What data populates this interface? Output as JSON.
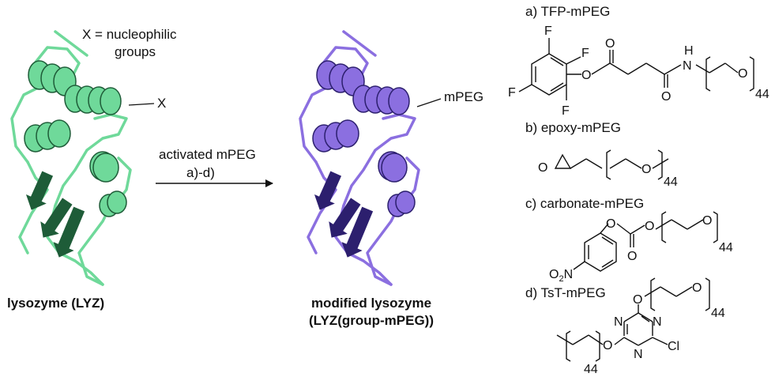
{
  "left_panel": {
    "legend_line1": "X = nucleophilic",
    "legend_line2": "groups",
    "site_label": "X",
    "protein_label": "lysozyme (LYZ)",
    "color": "#6fd99a",
    "color_dark": "#1e5c38"
  },
  "reaction": {
    "reagent_line1": "activated mPEG",
    "reagent_line2": "a)-d)"
  },
  "middle_panel": {
    "site_label": "mPEG",
    "product_line1": "modified lysozyme",
    "product_line2": "(LYZ(group-mPEG))",
    "color": "#8b6fe0",
    "color_dark": "#2c1f6e"
  },
  "reagents": {
    "a": {
      "title": "a) TFP-mPEG",
      "F": "F",
      "O": "O",
      "N": "N",
      "H": "H",
      "n": "44"
    },
    "b": {
      "title": "b) epoxy-mPEG",
      "O": "O",
      "n": "44"
    },
    "c": {
      "title": "c) carbonate-mPEG",
      "O": "O",
      "nitro": "O2N",
      "nitro_main": "O",
      "nitro_sub": "2",
      "nitro_N": "N",
      "n": "44"
    },
    "d": {
      "title": "d) TsT-mPEG",
      "O": "O",
      "N": "N",
      "Cl": "Cl",
      "n": "44"
    }
  }
}
